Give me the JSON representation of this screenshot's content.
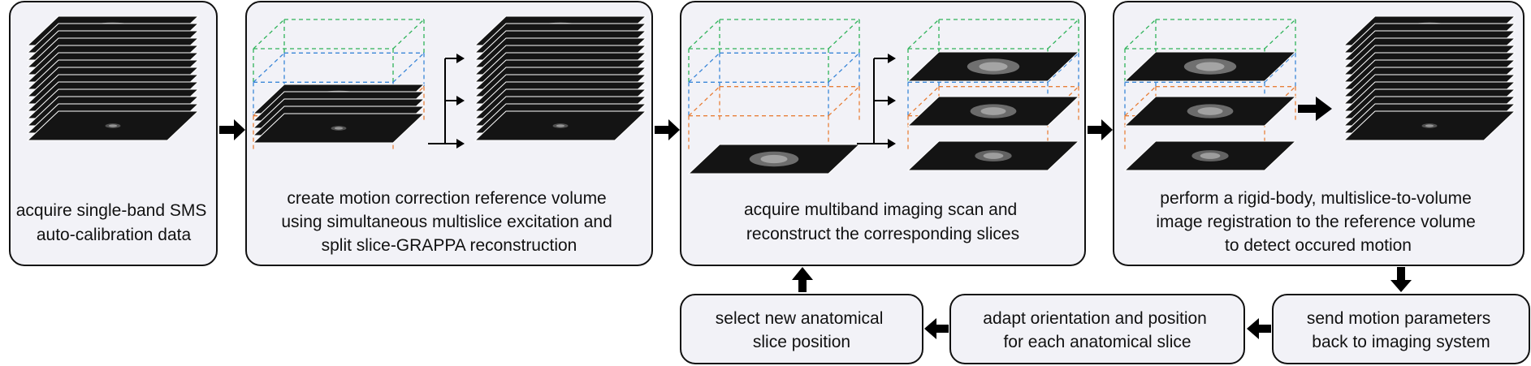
{
  "pipeline": {
    "step1": {
      "lines": [
        "acquire single-band SMS",
        "auto-calibration data"
      ]
    },
    "step2": {
      "lines": [
        "create motion correction reference volume",
        "using simultaneous multislice excitation and",
        "split slice-GRAPPA reconstruction"
      ]
    },
    "step3": {
      "lines": [
        "acquire multiband imaging scan and",
        "reconstruct the corresponding slices"
      ]
    },
    "step4": {
      "lines": [
        "perform a rigid-body, multislice-to-volume",
        "image registration to the reference volume",
        "to detect occured motion"
      ]
    },
    "step5": {
      "lines": [
        "send motion parameters",
        "back to imaging system"
      ]
    },
    "step6": {
      "lines": [
        "adapt orientation and position",
        "for each anatomical slice"
      ]
    },
    "step7": {
      "lines": [
        "select new anatomical",
        "slice position"
      ]
    }
  },
  "colors": {
    "box_fill": "#f2f2f7",
    "box_stroke": "#111111",
    "frame_green": "#2fb35a",
    "frame_blue": "#3a86d8",
    "frame_orange": "#e8803a",
    "slice_dark": "#141414"
  }
}
